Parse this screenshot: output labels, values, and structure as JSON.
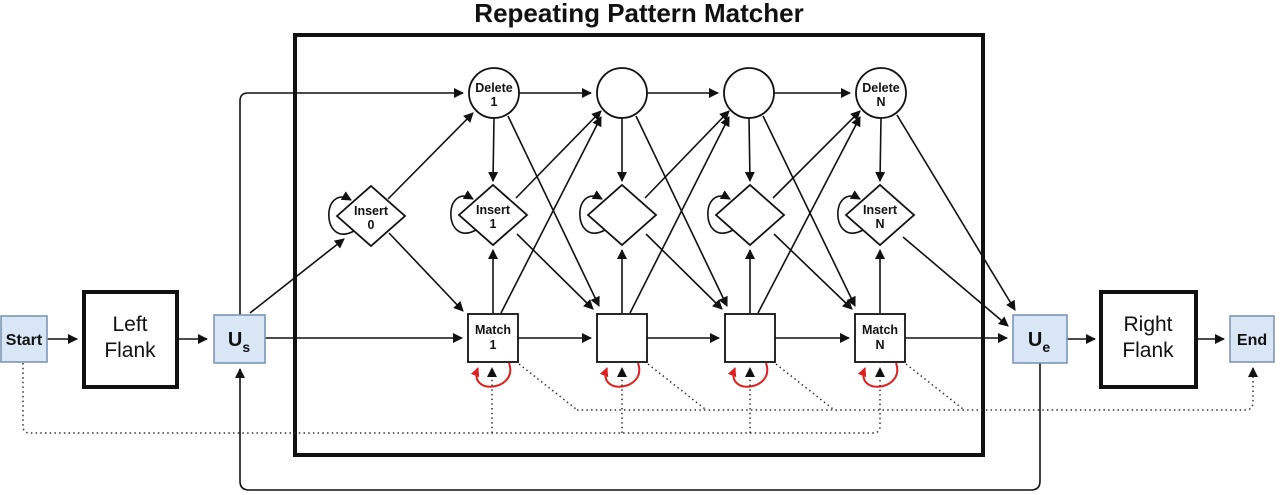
{
  "title": "Repeating Pattern Matcher",
  "colors": {
    "blue_fill": "#d9e6f5",
    "blue_border": "#7b97b5",
    "red_loop": "#e01f1f",
    "line": "#111111"
  },
  "nodes": {
    "start": "Start",
    "end": "End",
    "left_flank": {
      "line1": "Left",
      "line2": "Flank"
    },
    "right_flank": {
      "line1": "Right",
      "line2": "Flank"
    },
    "u_start": {
      "main": "U",
      "sub": "s"
    },
    "u_end": {
      "main": "U",
      "sub": "e"
    },
    "deletes": [
      {
        "line1": "Delete",
        "line2": "1"
      },
      {
        "line1": "",
        "line2": ""
      },
      {
        "line1": "",
        "line2": ""
      },
      {
        "line1": "Delete",
        "line2": "N"
      }
    ],
    "inserts": [
      {
        "line1": "Insert",
        "line2": "0"
      },
      {
        "line1": "Insert",
        "line2": "1"
      },
      {
        "line1": "",
        "line2": ""
      },
      {
        "line1": "",
        "line2": ""
      },
      {
        "line1": "Insert",
        "line2": "N"
      }
    ],
    "matches": [
      {
        "line1": "Match",
        "line2": "1"
      },
      {
        "line1": "",
        "line2": ""
      },
      {
        "line1": "",
        "line2": ""
      },
      {
        "line1": "Match",
        "line2": "N"
      }
    ]
  }
}
